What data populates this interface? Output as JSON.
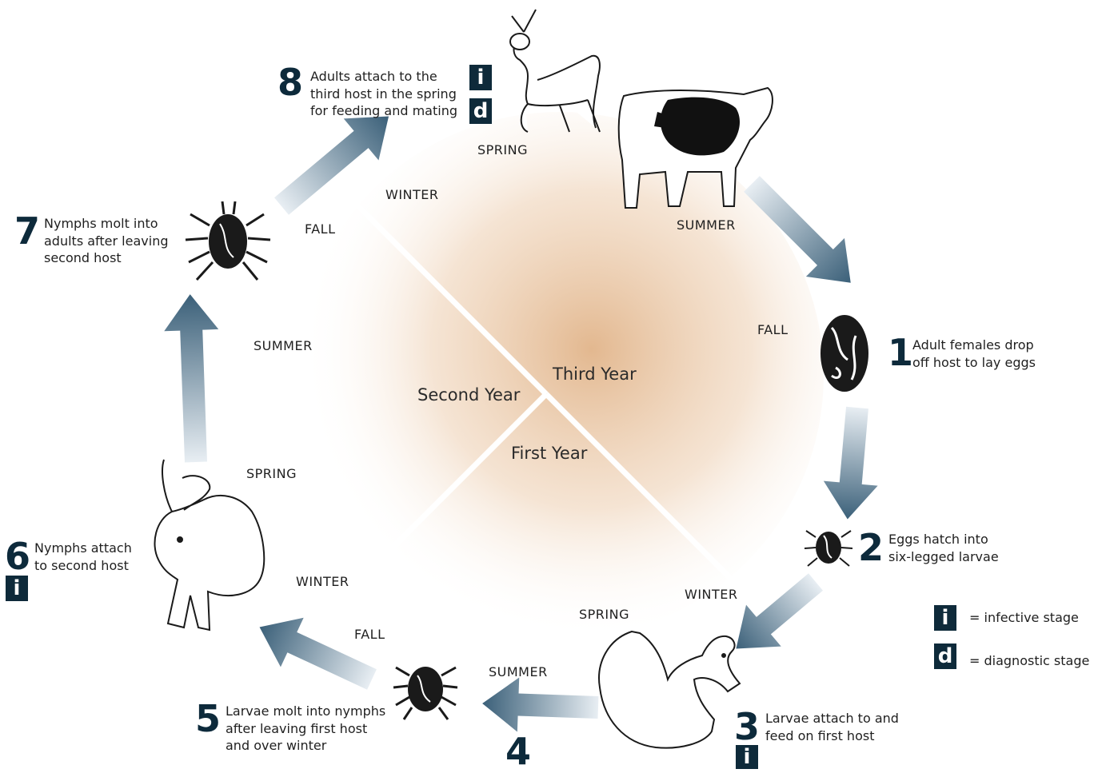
{
  "years": {
    "first": "First Year",
    "second": "Second Year",
    "third": "Third Year"
  },
  "seasons": {
    "spring_top": "SPRING",
    "winter_top": "WINTER",
    "summer_top": "SUMMER",
    "fall_top_left": "FALL",
    "fall_right": "FALL",
    "summer_left": "SUMMER",
    "spring_left": "SPRING",
    "winter_left": "WINTER",
    "fall_bottom": "FALL",
    "summer_bottom": "SUMMER",
    "spring_bottom": "SPRING",
    "winter_bottom": "WINTER"
  },
  "stages": [
    {
      "number": "1",
      "text": "Adult females drop\noff host to lay eggs"
    },
    {
      "number": "2",
      "text": "Eggs hatch into\nsix-legged larvae"
    },
    {
      "number": "3",
      "text": "Larvae attach to and\nfeed on first host"
    },
    {
      "number": "4",
      "text": ""
    },
    {
      "number": "5",
      "text": "Larvae molt into nymphs\nafter leaving first host\nand over winter"
    },
    {
      "number": "6",
      "text": "Nymphs attach\nto second host"
    },
    {
      "number": "7",
      "text": "Nymphs molt into\nadults after leaving\nsecond host"
    },
    {
      "number": "8",
      "text": "Adults attach to the\nthird host in the spring\nfor feeding and mating"
    }
  ],
  "badges": {
    "infective": "i",
    "diagnostic": "d"
  },
  "legend": {
    "infective": "= infective stage",
    "diagnostic": "= diagnostic stage"
  },
  "colors": {
    "arrow_dark": "#3b6079",
    "arrow_light": "#e6ecf1",
    "badge": "#0e2a3a",
    "number": "#0d2a3b",
    "glow": "#d9a06a"
  },
  "icons": [
    "deer-icon",
    "cow-icon",
    "adult-female-tick-icon",
    "larva-tick-icon",
    "squirrel-icon",
    "nymph-tick-icon",
    "rabbit-icon",
    "adult-tick-icon"
  ]
}
